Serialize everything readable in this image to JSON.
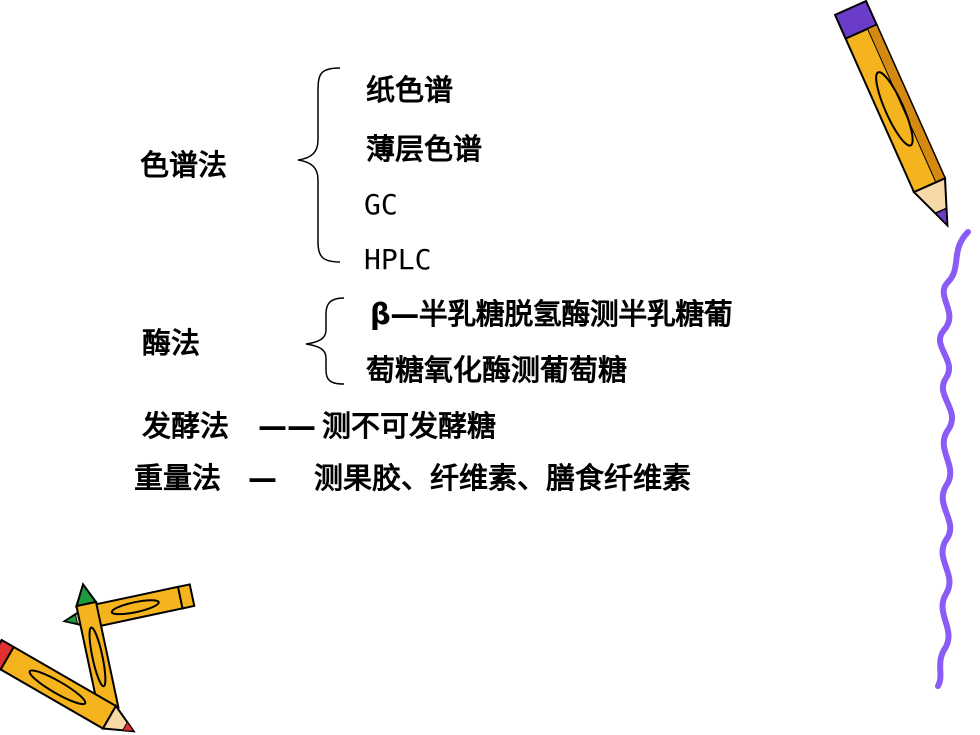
{
  "slide": {
    "chromatography": {
      "label": "色谱法",
      "items": [
        "纸色谱",
        "薄层色谱",
        "GC",
        "HPLC"
      ]
    },
    "enzymatic": {
      "label": "酶法",
      "items": [
        "β—半乳糖脱氢酶测半乳糖葡",
        "萄糖氧化酶测葡萄糖"
      ]
    },
    "fermentation": {
      "label": "发酵法",
      "separator": "——",
      "text": "测不可发酵糖"
    },
    "gravimetric": {
      "label": "重量法",
      "separator": "—",
      "text": "测果胶、纤维素、膳食纤维素"
    }
  },
  "decorations": {
    "pencil_icon": "pencil-icon",
    "squiggle_color": "#8a5cf5",
    "pencil_body_color": "#f5b41e",
    "pencil_tip_color": "#6a3cc8"
  }
}
